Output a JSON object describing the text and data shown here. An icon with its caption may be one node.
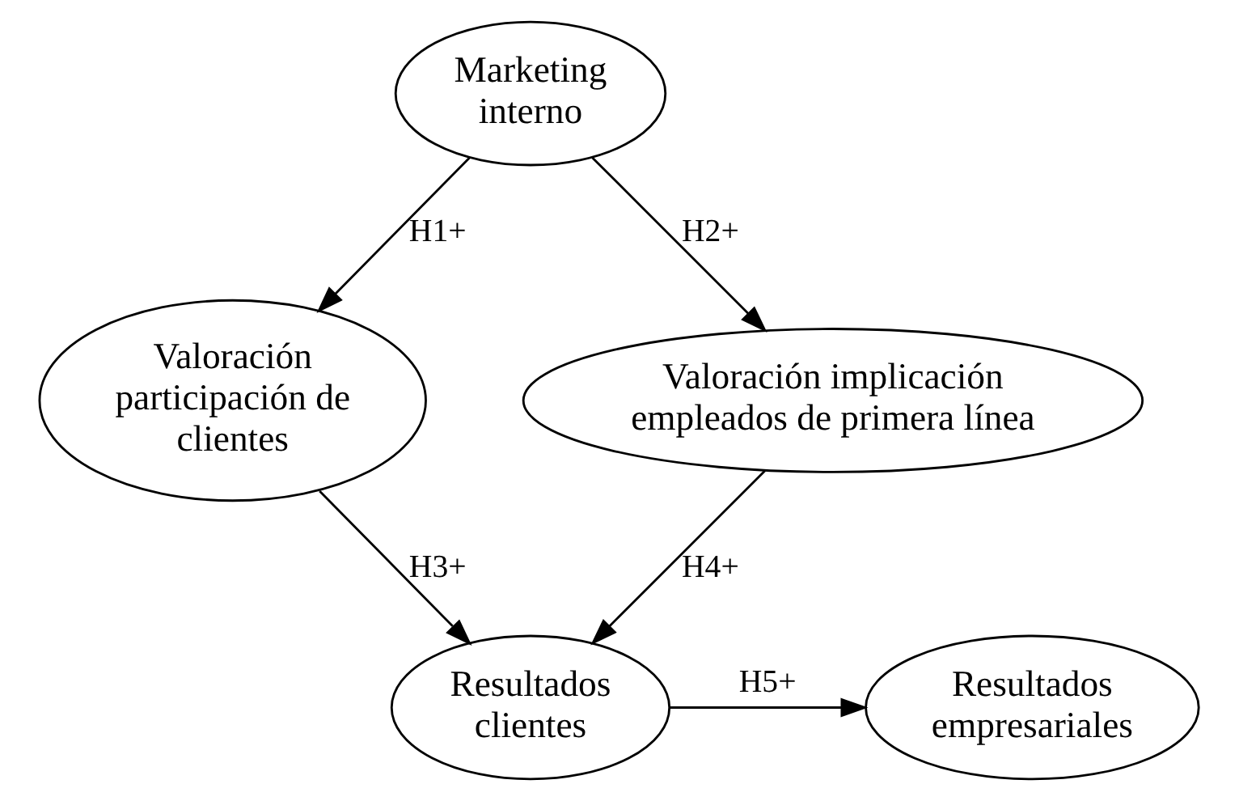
{
  "diagram": {
    "nodes": [
      {
        "text": [
          "Marketing interno"
        ]
      },
      {
        "text": [
          "Valoración participación de clientes"
        ]
      },
      {
        "text": [
          "Valoración implicación empleados de primera línea"
        ]
      },
      {
        "text": [
          "Resultados clientes"
        ]
      },
      {
        "text": [
          "Resultados empresariales"
        ]
      }
    ],
    "edges": [
      {
        "from": 0,
        "to": 1,
        "arrow": "to",
        "label": "H1+"
      },
      {
        "from": 0,
        "to": 2,
        "arrow": "to",
        "label": "H2+"
      },
      {
        "from": 1,
        "to": 3,
        "arrow": "to",
        "label": "H3+"
      },
      {
        "from": 2,
        "to": 3,
        "arrow": "to",
        "label": "H4+"
      },
      {
        "from": 3,
        "to": 4,
        "arrow": "to",
        "label": "H5+"
      }
    ]
  }
}
